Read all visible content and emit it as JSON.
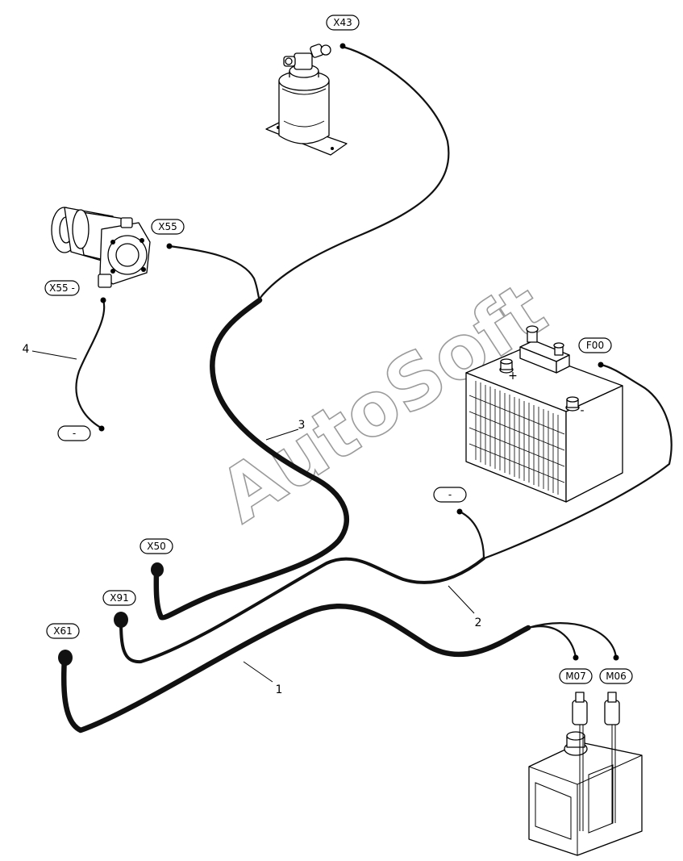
{
  "labels": {
    "x43": "X43",
    "x55": "X55",
    "x55_minus": "X55 -",
    "minus_left": "-",
    "f00": "F00",
    "minus_battery": "-",
    "x50": "X50",
    "x91": "X91",
    "x61": "X61",
    "m07": "M07",
    "m06": "M06"
  },
  "callouts": {
    "n1": "1",
    "n2": "2",
    "n3": "3",
    "n4": "4"
  },
  "battery": {
    "plus": "+",
    "minus": "-"
  },
  "watermark": "AutoSoft"
}
